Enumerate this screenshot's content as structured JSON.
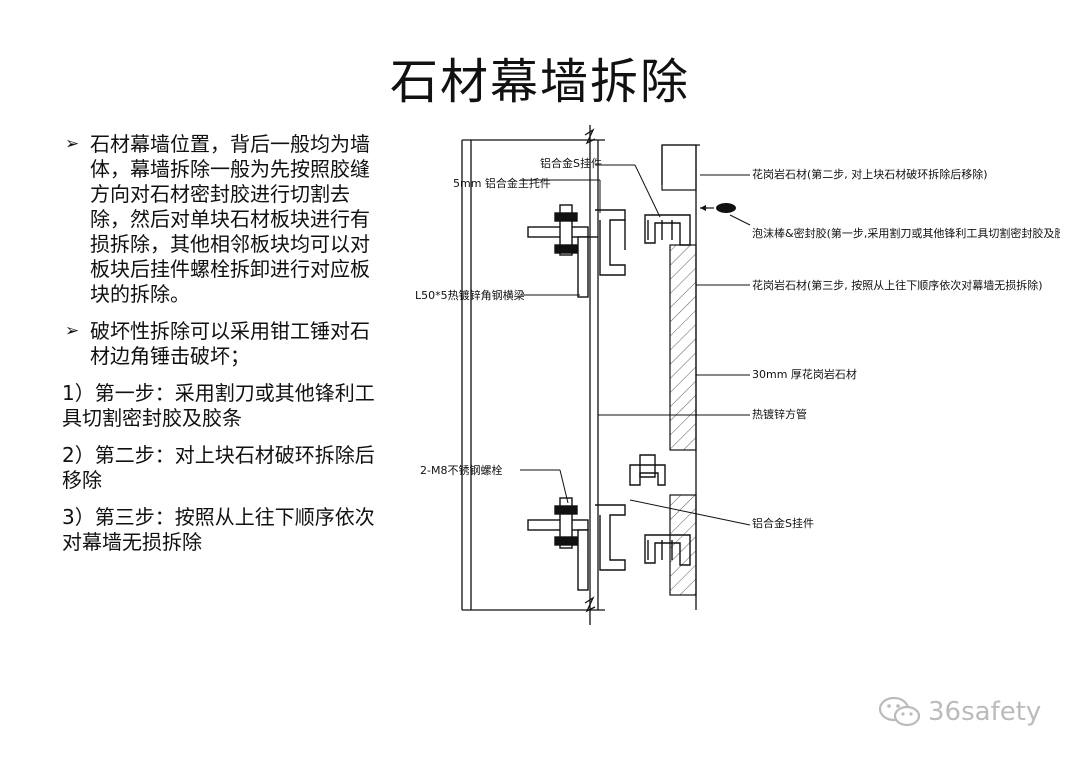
{
  "title": "石材幕墙拆除",
  "text_panel": {
    "bullets": [
      "石材幕墙位置，背后一般均为墙体，幕墙拆除一般为先按照胶缝方向对石材密封胶进行切割去除，然后对单块石材板块进行有损拆除，其他相邻板块均可以对板块后挂件螺栓拆卸进行对应板块的拆除。",
      "破坏性拆除可以采用钳工锤对石材边角锤击破坏；"
    ],
    "steps": [
      "1）第一步：采用割刀或其他锋利工具切割密封胶及胶条",
      "2）第二步：对上块石材破环拆除后移除",
      "3）第三步：按照从上往下顺序依次对幕墙无损拆除"
    ]
  },
  "diagram": {
    "labels": {
      "s_hanger_top": "铝合金S挂件",
      "main_bracket": "5mm 铝合金主托件",
      "angle_steel": "L50*5热镀锌角钢横梁",
      "granite_step2": "花岗岩石材(第二步, 对上块石材破环拆除后移除)",
      "foam_sealant": "泡沫棒&密封胶(第一步,采用割刀或其他锋利工具切割密封胶及胶条)",
      "granite_step3": "花岗岩石材(第三步, 按照从上往下顺序依次对幕墙无损拆除)",
      "granite_30mm": "30mm 厚花岗岩石材",
      "square_tube": "热镀锌方管",
      "bolts": "2-M8不锈钢螺栓",
      "s_hanger_bottom": "铝合金S挂件"
    }
  },
  "watermark": "36safety"
}
